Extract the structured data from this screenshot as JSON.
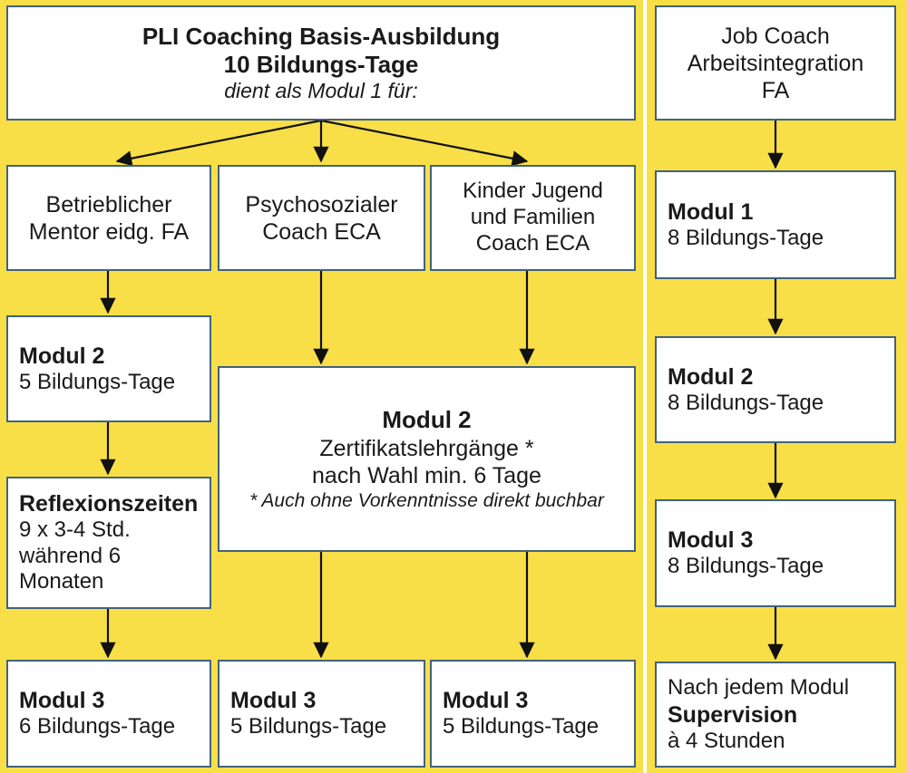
{
  "theme": {
    "background_yellow": "#F8DF48",
    "box_fill": "#FFFFFF",
    "box_border": "#41627E",
    "text_color": "#1A1A1A",
    "divider": "#FFFFFF"
  },
  "left_program": {
    "header": {
      "line1": "PLI Coaching Basis-Ausbildung",
      "line2": "10 Bildungs-Tage",
      "line3": "dient als Modul 1 für:"
    },
    "tracks": [
      {
        "line1": "Betrieblicher",
        "line2": "Mentor eidg. FA"
      },
      {
        "line1": "Psychosozialer",
        "line2": "Coach ECA"
      },
      {
        "line1": "Kinder Jugend",
        "line2": "und Familien",
        "line3": "Coach ECA"
      }
    ],
    "mentor_modul2": {
      "title": "Modul 2",
      "detail": "5 Bildungs-Tage"
    },
    "reflexionszeiten": {
      "title": "Reflexionszeiten",
      "line1": "9 x 3-4 Std.",
      "line2": "während 6",
      "line3": "Monaten"
    },
    "shared_modul2": {
      "title": "Modul 2",
      "line1": "Zertifikatslehrgänge *",
      "line2": "nach Wahl min. 6 Tage",
      "footnote": "* Auch ohne Vorkenntnisse direkt buchbar"
    },
    "modul3_row": [
      {
        "title": "Modul 3",
        "detail": "6 Bildungs-Tage"
      },
      {
        "title": "Modul 3",
        "detail": "5 Bildungs-Tage"
      },
      {
        "title": "Modul 3",
        "detail": "5 Bildungs-Tage"
      }
    ]
  },
  "right_program": {
    "header": {
      "line1": "Job Coach",
      "line2": "Arbeitsintegration",
      "line3": "FA"
    },
    "modules": [
      {
        "title": "Modul 1",
        "detail": "8 Bildungs-Tage"
      },
      {
        "title": "Modul 2",
        "detail": "8 Bildungs-Tage"
      },
      {
        "title": "Modul 3",
        "detail": "8 Bildungs-Tage"
      }
    ],
    "supervision": {
      "line1": "Nach jedem Modul",
      "title": "Supervision",
      "line3": "à 4 Stunden"
    }
  }
}
